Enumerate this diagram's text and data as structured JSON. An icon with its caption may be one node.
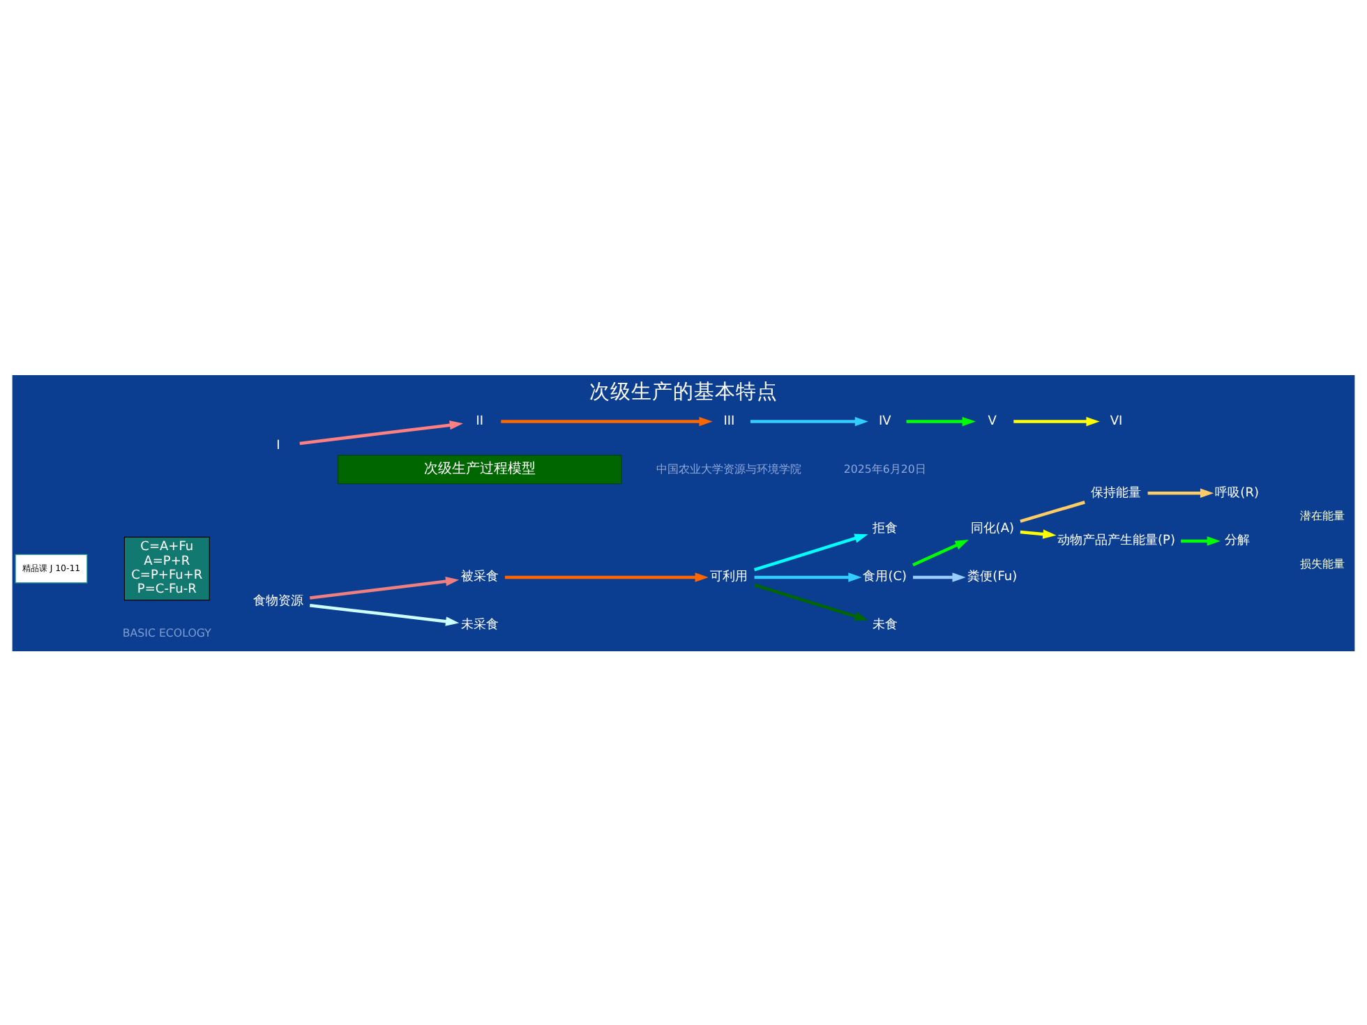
{
  "diagram": {
    "title": "次级生产的基本特点",
    "nodes": [
      {
        "text": [
          "精品课 J 10-11"
        ]
      },
      {
        "text": [
          "C=A+Fu",
          "A=P+R",
          "C=P+Fu+R",
          "P=C-Fu-R"
        ]
      },
      {
        "text": [
          "食物资源"
        ]
      },
      {
        "text": [
          "被采食"
        ]
      },
      {
        "text": [
          "未采食"
        ]
      },
      {
        "text": [
          "可利用"
        ]
      },
      {
        "text": [
          "拒食"
        ]
      },
      {
        "text": [
          "食用(C)"
        ]
      },
      {
        "text": [
          "未食"
        ]
      },
      {
        "text": [
          "同化(A)"
        ]
      },
      {
        "text": [
          "粪便(Fu)"
        ]
      },
      {
        "text": [
          "保持能量"
        ]
      },
      {
        "text": [
          "动物产品产生能量(P)"
        ]
      },
      {
        "text": [
          "呼吸(R)"
        ]
      },
      {
        "text": [
          "分解"
        ]
      },
      {
        "text": [
          "I"
        ]
      },
      {
        "text": [
          "II"
        ]
      },
      {
        "text": [
          "III"
        ]
      },
      {
        "text": [
          "IV"
        ]
      },
      {
        "text": [
          "V"
        ]
      },
      {
        "text": [
          "VI"
        ]
      },
      {
        "text": [
          "次级生产过程模型"
        ]
      }
    ],
    "edges": [
      {
        "from": 2,
        "to": 3,
        "arrow": "to",
        "color": "#f08080"
      },
      {
        "from": 2,
        "to": 4,
        "arrow": "to",
        "color": "#ccffff"
      },
      {
        "from": 3,
        "to": 5,
        "arrow": "to",
        "color": "#ff6600"
      },
      {
        "from": 5,
        "to": 6,
        "arrow": "to",
        "color": "#00ffff"
      },
      {
        "from": 5,
        "to": 8,
        "arrow": "to",
        "color": "#006600"
      },
      {
        "from": 5,
        "to": 7,
        "arrow": "to",
        "color": "#33ccff"
      },
      {
        "from": 7,
        "to": 9,
        "arrow": "to",
        "color": "#00ff00"
      },
      {
        "from": 7,
        "to": 10,
        "arrow": "to",
        "color": "#99ccff"
      },
      {
        "from": 9,
        "to": 12,
        "arrow": "to",
        "color": "#ffff00"
      },
      {
        "from": 9,
        "to": 11,
        "arrow": "none",
        "color": "#ffcc66"
      },
      {
        "from": 11,
        "to": 13,
        "arrow": "to",
        "color": "#ffcc66"
      },
      {
        "from": 12,
        "to": 14,
        "arrow": "to",
        "color": "#00ff00"
      },
      {
        "from": 15,
        "to": 16,
        "arrow": "to",
        "color": "#ff8080"
      },
      {
        "from": 16,
        "to": 17,
        "arrow": "to",
        "color": "#ff6600"
      },
      {
        "from": 17,
        "to": 18,
        "arrow": "to",
        "color": "#33ccff"
      },
      {
        "from": 18,
        "to": 19,
        "arrow": "to",
        "color": "#00ff00"
      },
      {
        "from": 19,
        "to": 20,
        "arrow": "to",
        "color": "#ffff00"
      }
    ],
    "labels": [
      "BASIC ECOLOGY",
      "潜在能量",
      "损失能量",
      "中国农业大学资源与环境学院",
      "2025年6月20日"
    ]
  }
}
